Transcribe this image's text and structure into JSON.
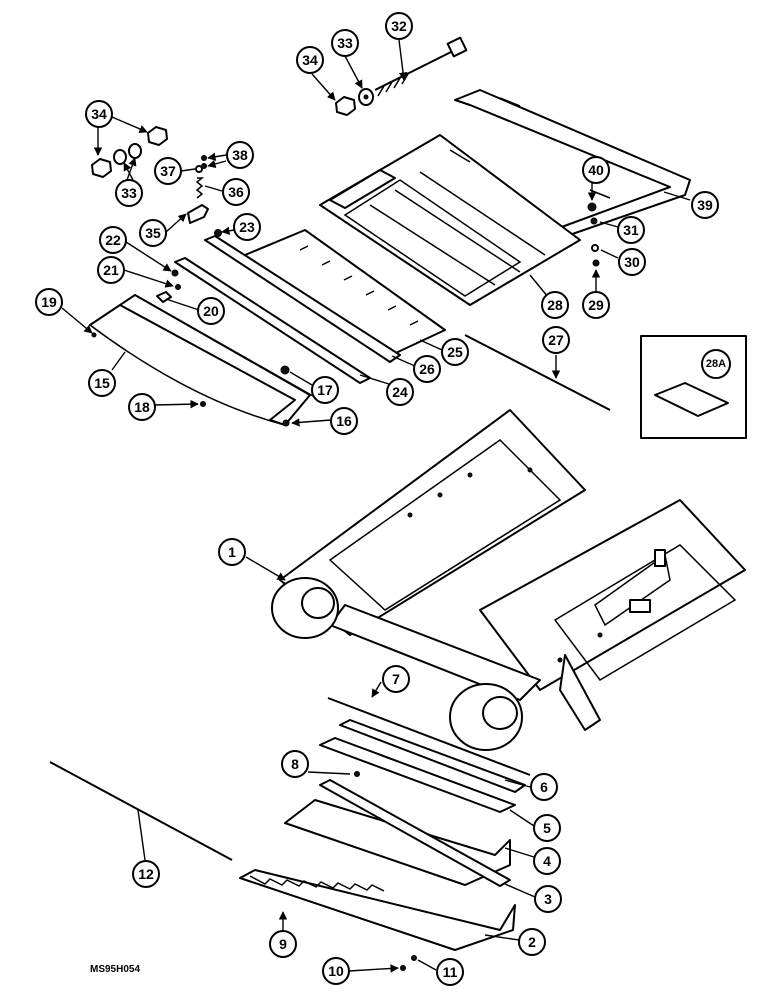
{
  "figure_code": "MS95H054",
  "callouts": [
    "1",
    "2",
    "3",
    "4",
    "5",
    "6",
    "7",
    "8",
    "9",
    "10",
    "11",
    "12",
    "15",
    "16",
    "17",
    "18",
    "19",
    "20",
    "21",
    "22",
    "23",
    "24",
    "25",
    "26",
    "27",
    "28",
    "28A",
    "29",
    "30",
    "31",
    "32",
    "33",
    "33",
    "34",
    "34",
    "35",
    "36",
    "37",
    "38",
    "39",
    "40"
  ]
}
